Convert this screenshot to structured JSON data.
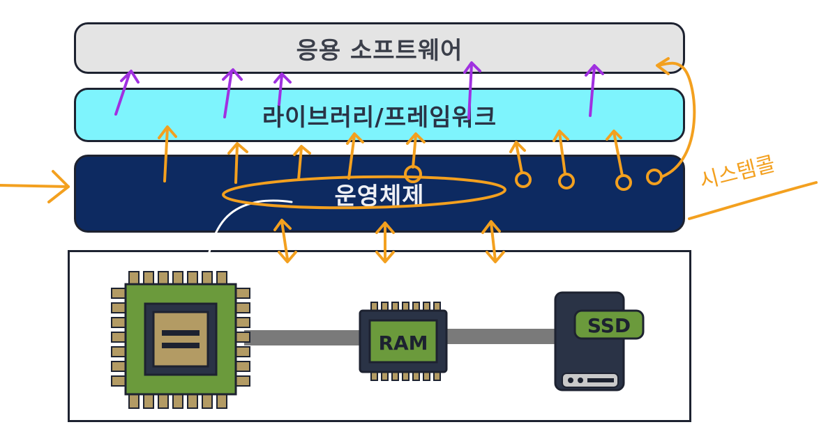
{
  "layers": {
    "application": "응용 소프트웨어",
    "library": "라이브러리/프레임워크",
    "os": "운영체제"
  },
  "hardware": {
    "ram_label": "RAM",
    "ssd_label": "SSD"
  },
  "annotation": {
    "handwritten": "시스템콜"
  },
  "colors": {
    "app_layer": "#e4e4e4",
    "library_layer": "#7ef4fd",
    "os_layer": "#0d2a61",
    "orange_ink": "#f3a01f",
    "purple_ink": "#a030e0",
    "chip_green": "#6b9a3c",
    "chip_dark": "#2a3346",
    "pin_tan": "#b39b64"
  }
}
